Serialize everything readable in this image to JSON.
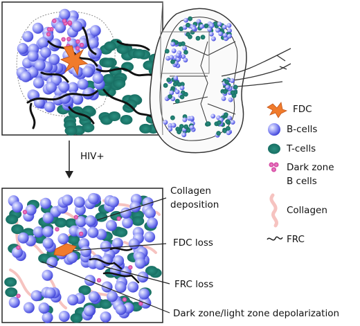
{
  "arrow_label": "HIV+",
  "callouts": {
    "collagen": [
      "Collagen",
      "deposition"
    ],
    "fdc_loss": "FDC loss",
    "frc_loss": "FRC loss",
    "depolarization": "Dark zone/light zone depolarization"
  },
  "legend": {
    "fdc": "FDC",
    "bcells": "B-cells",
    "tcells": "T-cells",
    "darkzone": [
      "Dark zone",
      "B cells"
    ],
    "collagen": "Collagen",
    "frc": "FRC"
  },
  "colors": {
    "bcell": "#7a7ff2",
    "bcell_light": "#e2e4ff",
    "tcell": "#1f7f72",
    "fdc": "#f07b2c",
    "darkzone": "#e04aa6",
    "collagen": "#f6c3c0",
    "frc": "#111111"
  }
}
